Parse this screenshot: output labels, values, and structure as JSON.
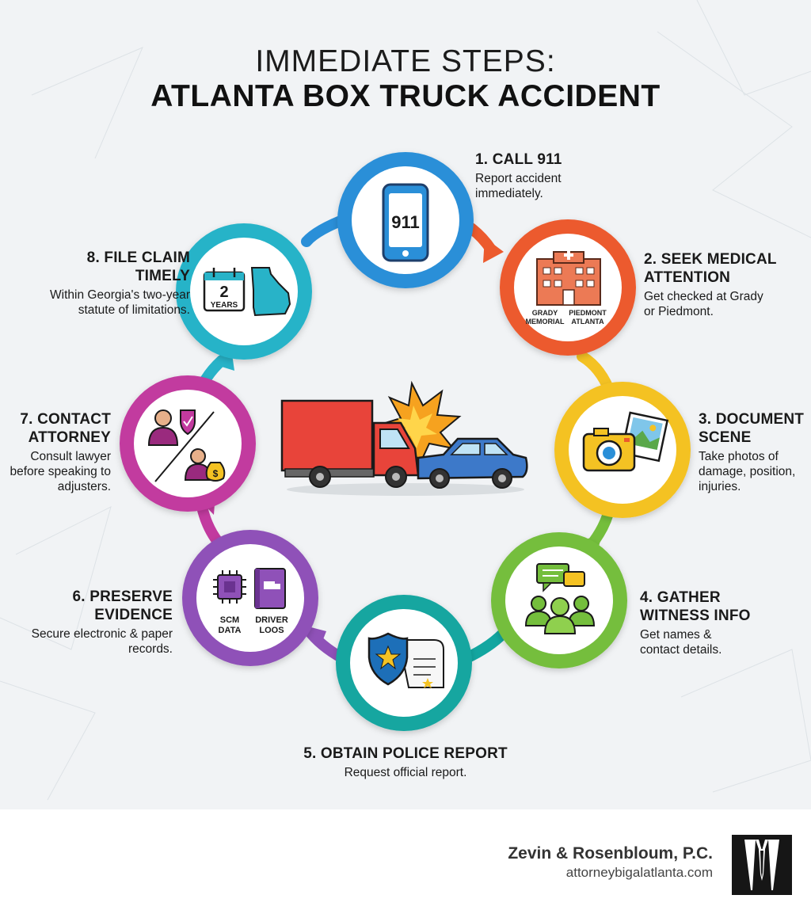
{
  "title": {
    "line1": "IMMEDIATE STEPS:",
    "line2": "ATLANTA BOX TRUCK ACCIDENT"
  },
  "colors": {
    "step1": "#2a8fd8",
    "step2": "#ec5a2d",
    "step3": "#f4c223",
    "step4": "#74be3c",
    "step5": "#12a6a0",
    "step6": "#8f51b8",
    "step7": "#c23a9f",
    "step8": "#28b3c8"
  },
  "steps": [
    {
      "heading": "1. CALL 911",
      "description": "Report accident immediately."
    },
    {
      "heading": "2. SEEK MEDICAL ATTENTION",
      "description": "Get checked at Grady or Piedmont."
    },
    {
      "heading": "3. DOCUMENT SCENE",
      "description": "Take photos of damage, position, injuries."
    },
    {
      "heading": "4. GATHER WITNESS INFO",
      "description": "Get names & contact details."
    },
    {
      "heading": "5. OBTAIN POLICE REPORT",
      "description": "Request official report."
    },
    {
      "heading": "6. PRESERVE EVIDENCE",
      "description": "Secure electronic & paper records."
    },
    {
      "heading": "7. CONTACT ATTORNEY",
      "description": "Consult lawyer before speaking to adjusters."
    },
    {
      "heading": "8. FILE CLAIM TIMELY",
      "description": "Within Georgia's two-year statute of limitations."
    }
  ],
  "icons": {
    "phone_number": "911",
    "hospital_left": [
      "GRADY",
      "MEMORIAL"
    ],
    "hospital_right": [
      "PIEDMONT",
      "ATLANTA"
    ],
    "evidence_left": [
      "SCM",
      "DATA"
    ],
    "evidence_right": [
      "DRIVER",
      "LOOS"
    ],
    "calendar_number": "2",
    "calendar_unit": "YEARS"
  },
  "footer": {
    "firm": "Zevin & Rosenbloum, P.C.",
    "url": "attorneybigalatlanta.com"
  }
}
